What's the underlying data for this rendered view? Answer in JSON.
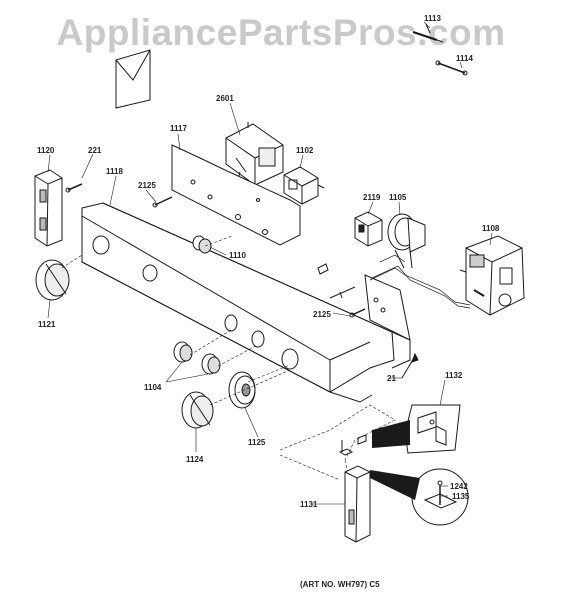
{
  "watermark": "AppliancePartsPros.com",
  "art_caption": "(ART NO. WH797) C5",
  "callouts": {
    "c1113": "1113",
    "c1114": "1114",
    "c2601": "2601",
    "c1117": "1117",
    "c1120": "1120",
    "c221": "221",
    "c1118": "1118",
    "c1102": "1102",
    "c2125a": "2125",
    "c2119": "2119",
    "c1105": "1105",
    "c1108": "1108",
    "c1110": "1110",
    "c1121": "1121",
    "c2125b": "2125",
    "c1104": "1104",
    "c21": "21",
    "c1132": "1132",
    "c1125": "1125",
    "c1124": "1124",
    "c1242": "1242",
    "c1135": "1135",
    "c1131": "1131"
  },
  "colors": {
    "line": "#1a1a1a",
    "watermark": "#c9c9c9",
    "shade": "#9a9a9a"
  }
}
